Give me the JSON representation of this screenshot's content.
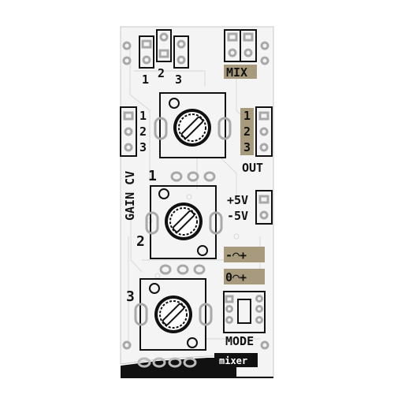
{
  "board": {
    "name": "mixer",
    "colors": {
      "pcb": "#f4f4f4",
      "silk": "#111111",
      "pad": "#a9a9a9",
      "highlight": "#a89a7c",
      "trace": "#d6d6d6"
    }
  },
  "top_inputs": {
    "labels": [
      "1",
      "2",
      "3"
    ]
  },
  "mix": {
    "label": "MIX"
  },
  "gain_cv": {
    "title": "GAIN CV",
    "labels": [
      "1",
      "2",
      "3"
    ]
  },
  "out": {
    "labels": [
      "1",
      "2",
      "3"
    ],
    "title": "OUT"
  },
  "power": {
    "plus": "+5V",
    "minus": "-5V"
  },
  "pots": {
    "labels": [
      "1",
      "2",
      "3"
    ]
  },
  "switches": {
    "bipolar": "-◠+",
    "unipolar": "0◠+"
  },
  "mode": {
    "label": "MODE"
  },
  "icons": [
    "potentiometer-icon",
    "header-pin-icon",
    "ic-socket-icon",
    "mounting-hole-icon"
  ]
}
